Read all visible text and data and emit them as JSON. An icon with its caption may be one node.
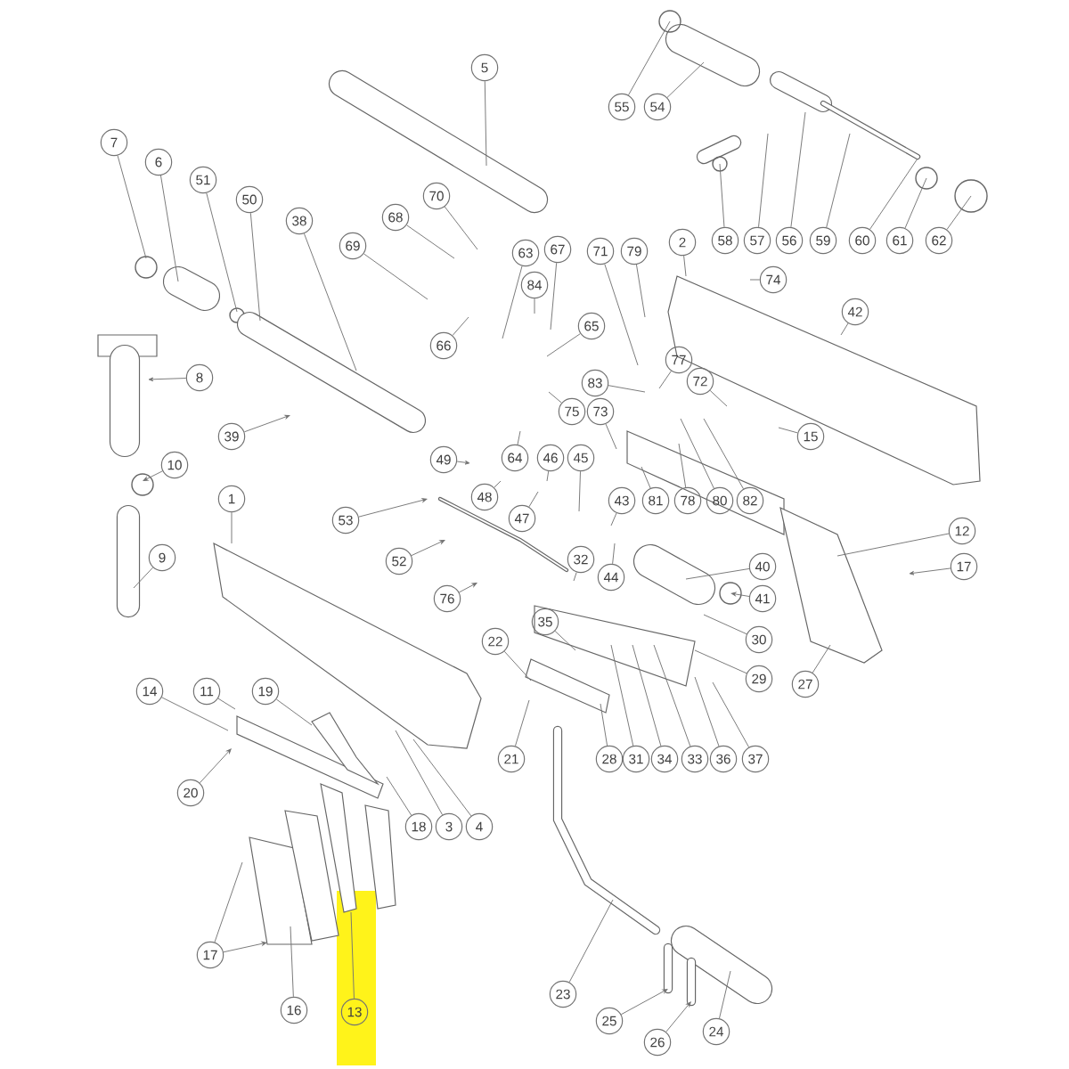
{
  "diagram": {
    "nodes": [
      {
        "text": [
          "5"
        ]
      },
      {
        "text": [
          "55"
        ]
      },
      {
        "text": [
          "54"
        ]
      },
      {
        "text": [
          "7"
        ]
      },
      {
        "text": [
          "6"
        ]
      },
      {
        "text": [
          "51"
        ]
      },
      {
        "text": [
          "50"
        ]
      },
      {
        "text": [
          "38"
        ]
      },
      {
        "text": [
          "70"
        ]
      },
      {
        "text": [
          "68"
        ]
      },
      {
        "text": [
          "69"
        ]
      },
      {
        "text": [
          "63"
        ]
      },
      {
        "text": [
          "84"
        ]
      },
      {
        "text": [
          "67"
        ]
      },
      {
        "text": [
          "71"
        ]
      },
      {
        "text": [
          "79"
        ]
      },
      {
        "text": [
          "2"
        ]
      },
      {
        "text": [
          "58"
        ]
      },
      {
        "text": [
          "57"
        ]
      },
      {
        "text": [
          "56"
        ]
      },
      {
        "text": [
          "59"
        ]
      },
      {
        "text": [
          "60"
        ]
      },
      {
        "text": [
          "61"
        ]
      },
      {
        "text": [
          "62"
        ]
      },
      {
        "text": [
          "74"
        ]
      },
      {
        "text": [
          "42"
        ]
      },
      {
        "text": [
          "66"
        ]
      },
      {
        "text": [
          "65"
        ]
      },
      {
        "text": [
          "77"
        ]
      },
      {
        "text": [
          "83"
        ]
      },
      {
        "text": [
          "72"
        ]
      },
      {
        "text": [
          "8"
        ]
      },
      {
        "text": [
          "75"
        ]
      },
      {
        "text": [
          "73"
        ]
      },
      {
        "text": [
          "15"
        ]
      },
      {
        "text": [
          "39"
        ]
      },
      {
        "text": [
          "64"
        ]
      },
      {
        "text": [
          "49"
        ]
      },
      {
        "text": [
          "46"
        ]
      },
      {
        "text": [
          "45"
        ]
      },
      {
        "text": [
          "10"
        ]
      },
      {
        "text": [
          "1"
        ]
      },
      {
        "text": [
          "48"
        ]
      },
      {
        "text": [
          "43"
        ]
      },
      {
        "text": [
          "81"
        ]
      },
      {
        "text": [
          "78"
        ]
      },
      {
        "text": [
          "80"
        ]
      },
      {
        "text": [
          "82"
        ]
      },
      {
        "text": [
          "53"
        ]
      },
      {
        "text": [
          "47"
        ]
      },
      {
        "text": [
          "12"
        ]
      },
      {
        "text": [
          "9"
        ]
      },
      {
        "text": [
          "32"
        ]
      },
      {
        "text": [
          "52"
        ]
      },
      {
        "text": [
          "40"
        ]
      },
      {
        "text": [
          "17"
        ]
      },
      {
        "text": [
          "44"
        ]
      },
      {
        "text": [
          "41"
        ]
      },
      {
        "text": [
          "76"
        ]
      },
      {
        "text": [
          "35"
        ]
      },
      {
        "text": [
          "30"
        ]
      },
      {
        "text": [
          "22"
        ]
      },
      {
        "text": [
          "29"
        ]
      },
      {
        "text": [
          "27"
        ]
      },
      {
        "text": [
          "14"
        ]
      },
      {
        "text": [
          "11"
        ]
      },
      {
        "text": [
          "19"
        ]
      },
      {
        "text": [
          "21"
        ]
      },
      {
        "text": [
          "28"
        ]
      },
      {
        "text": [
          "31"
        ]
      },
      {
        "text": [
          "34"
        ]
      },
      {
        "text": [
          "33"
        ]
      },
      {
        "text": [
          "36"
        ]
      },
      {
        "text": [
          "37"
        ]
      },
      {
        "text": [
          "20"
        ]
      },
      {
        "text": [
          "18"
        ]
      },
      {
        "text": [
          "3"
        ]
      },
      {
        "text": [
          "4"
        ]
      },
      {
        "text": [
          "17"
        ]
      },
      {
        "text": [
          "23"
        ]
      },
      {
        "text": [
          "25"
        ]
      },
      {
        "text": [
          "16"
        ]
      },
      {
        "text": [
          "13"
        ]
      },
      {
        "text": [
          "24"
        ]
      },
      {
        "text": [
          "26"
        ]
      }
    ],
    "edges": [
      {
        "from": 0,
        "to": null,
        "arrow": "none"
      },
      {
        "from": 1,
        "to": null,
        "arrow": "none"
      },
      {
        "from": 2,
        "to": null,
        "arrow": "none"
      },
      {
        "from": 3,
        "to": null,
        "arrow": "none"
      },
      {
        "from": 4,
        "to": null,
        "arrow": "none"
      },
      {
        "from": 5,
        "to": null,
        "arrow": "none"
      },
      {
        "from": 6,
        "to": null,
        "arrow": "none"
      },
      {
        "from": 7,
        "to": null,
        "arrow": "none"
      },
      {
        "from": 8,
        "to": null,
        "arrow": "none"
      },
      {
        "from": 9,
        "to": null,
        "arrow": "none"
      },
      {
        "from": 10,
        "to": null,
        "arrow": "none"
      },
      {
        "from": 11,
        "to": null,
        "arrow": "none"
      },
      {
        "from": 12,
        "to": null,
        "arrow": "none"
      },
      {
        "from": 13,
        "to": null,
        "arrow": "none"
      },
      {
        "from": 14,
        "to": null,
        "arrow": "none"
      },
      {
        "from": 15,
        "to": null,
        "arrow": "none"
      },
      {
        "from": 16,
        "to": null,
        "arrow": "none"
      },
      {
        "from": 17,
        "to": null,
        "arrow": "none"
      },
      {
        "from": 18,
        "to": null,
        "arrow": "none"
      },
      {
        "from": 19,
        "to": null,
        "arrow": "none"
      },
      {
        "from": 20,
        "to": null,
        "arrow": "none"
      },
      {
        "from": 21,
        "to": null,
        "arrow": "none"
      },
      {
        "from": 22,
        "to": null,
        "arrow": "none"
      },
      {
        "from": 23,
        "to": null,
        "arrow": "none"
      },
      {
        "from": 24,
        "to": null,
        "arrow": "none"
      },
      {
        "from": 25,
        "to": null,
        "arrow": "none"
      },
      {
        "from": 26,
        "to": null,
        "arrow": "none"
      },
      {
        "from": 27,
        "to": null,
        "arrow": "none"
      },
      {
        "from": 28,
        "to": null,
        "arrow": "none"
      },
      {
        "from": 29,
        "to": null,
        "arrow": "none"
      },
      {
        "from": 30,
        "to": null,
        "arrow": "none"
      },
      {
        "from": 31,
        "to": null,
        "arrow": "to"
      },
      {
        "from": 32,
        "to": null,
        "arrow": "none"
      },
      {
        "from": 33,
        "to": null,
        "arrow": "none"
      },
      {
        "from": 34,
        "to": null,
        "arrow": "none"
      },
      {
        "from": 35,
        "to": null,
        "arrow": "to"
      },
      {
        "from": 36,
        "to": null,
        "arrow": "none"
      },
      {
        "from": 37,
        "to": null,
        "arrow": "to"
      },
      {
        "from": 38,
        "to": null,
        "arrow": "none"
      },
      {
        "from": 39,
        "to": null,
        "arrow": "none"
      },
      {
        "from": 40,
        "to": null,
        "arrow": "to"
      },
      {
        "from": 41,
        "to": null,
        "arrow": "none"
      },
      {
        "from": 42,
        "to": null,
        "arrow": "none"
      },
      {
        "from": 43,
        "to": null,
        "arrow": "none"
      },
      {
        "from": 44,
        "to": null,
        "arrow": "none"
      },
      {
        "from": 45,
        "to": null,
        "arrow": "none"
      },
      {
        "from": 46,
        "to": null,
        "arrow": "none"
      },
      {
        "from": 47,
        "to": null,
        "arrow": "none"
      },
      {
        "from": 48,
        "to": null,
        "arrow": "to"
      },
      {
        "from": 49,
        "to": null,
        "arrow": "none"
      },
      {
        "from": 50,
        "to": null,
        "arrow": "none"
      },
      {
        "from": 51,
        "to": null,
        "arrow": "none"
      },
      {
        "from": 52,
        "to": null,
        "arrow": "none"
      },
      {
        "from": 53,
        "to": null,
        "arrow": "to"
      },
      {
        "from": 54,
        "to": null,
        "arrow": "none"
      },
      {
        "from": 55,
        "to": null,
        "arrow": "to"
      },
      {
        "from": 56,
        "to": null,
        "arrow": "none"
      },
      {
        "from": 57,
        "to": null,
        "arrow": "to"
      },
      {
        "from": 58,
        "to": null,
        "arrow": "to"
      },
      {
        "from": 59,
        "to": null,
        "arrow": "none"
      },
      {
        "from": 60,
        "to": null,
        "arrow": "none"
      },
      {
        "from": 61,
        "to": null,
        "arrow": "none"
      },
      {
        "from": 62,
        "to": null,
        "arrow": "none"
      },
      {
        "from": 63,
        "to": null,
        "arrow": "none"
      },
      {
        "from": 64,
        "to": null,
        "arrow": "none"
      },
      {
        "from": 65,
        "to": null,
        "arrow": "none"
      },
      {
        "from": 66,
        "to": null,
        "arrow": "none"
      },
      {
        "from": 67,
        "to": null,
        "arrow": "none"
      },
      {
        "from": 68,
        "to": null,
        "arrow": "none"
      },
      {
        "from": 69,
        "to": null,
        "arrow": "none"
      },
      {
        "from": 70,
        "to": null,
        "arrow": "none"
      },
      {
        "from": 71,
        "to": null,
        "arrow": "none"
      },
      {
        "from": 72,
        "to": null,
        "arrow": "none"
      },
      {
        "from": 73,
        "to": null,
        "arrow": "none"
      },
      {
        "from": 74,
        "to": null,
        "arrow": "to"
      },
      {
        "from": 75,
        "to": null,
        "arrow": "none"
      },
      {
        "from": 76,
        "to": null,
        "arrow": "none"
      },
      {
        "from": 77,
        "to": null,
        "arrow": "none"
      },
      {
        "from": 78,
        "to": null,
        "arrow": "none"
      },
      {
        "from": 78,
        "to": null,
        "arrow": "to"
      },
      {
        "from": 79,
        "to": null,
        "arrow": "none"
      },
      {
        "from": 80,
        "to": null,
        "arrow": "to"
      },
      {
        "from": 81,
        "to": null,
        "arrow": "none"
      },
      {
        "from": 82,
        "to": null,
        "arrow": "none"
      },
      {
        "from": 83,
        "to": null,
        "arrow": "none"
      },
      {
        "from": 84,
        "to": null,
        "arrow": "to"
      }
    ]
  }
}
